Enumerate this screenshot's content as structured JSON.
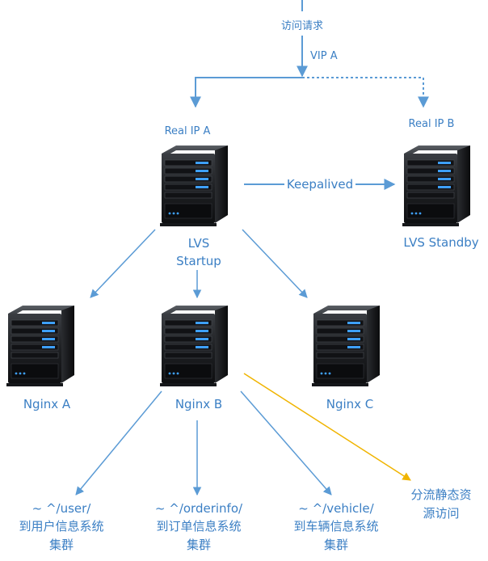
{
  "colors": {
    "line": "#5b9bd5",
    "label": "#3b7fc4",
    "highlight_line": "#f0b400",
    "server_body": "#1f2124",
    "server_led": "#3ea0ff"
  },
  "nodes": {
    "request_label": "访问请求",
    "vip_label": "VIP A",
    "real_ip_a": "Real IP A",
    "real_ip_b": "Real IP B",
    "keepalived": "Keepalived",
    "lvs_startup_line1": "LVS",
    "lvs_startup_line2": "Startup",
    "lvs_standby": "LVS Standby",
    "nginx_a": "Nginx A",
    "nginx_b": "Nginx B",
    "nginx_c": "Nginx C",
    "static_line1": "分流静态资",
    "static_line2": "源访问"
  },
  "routes": [
    {
      "path": "~ ^/user/",
      "line2": "到用户信息系统",
      "line3": "集群"
    },
    {
      "path": "~ ^/orderinfo/",
      "line2": "到订单信息系统",
      "line3": "集群"
    },
    {
      "path": "~ ^/vehicle/",
      "line2": "到车辆信息系统",
      "line3": "集群"
    }
  ],
  "icons": {
    "server": "server-icon"
  }
}
